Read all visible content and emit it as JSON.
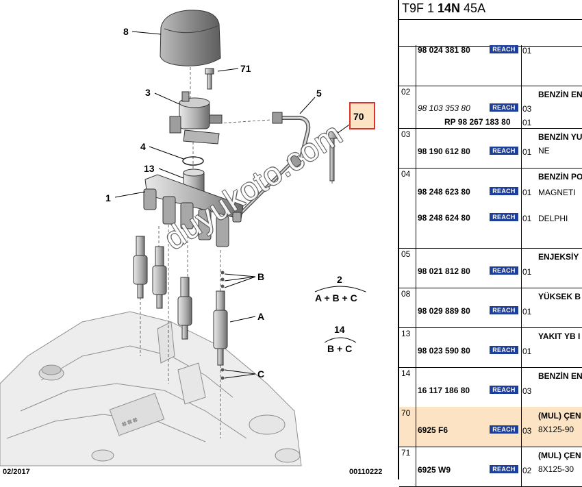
{
  "header": {
    "code_prefix": "T9F 1 ",
    "code_bold": "14N",
    "code_suffix": " 45A"
  },
  "footer": {
    "date": "02/2017",
    "ref": "00110222"
  },
  "watermark": "duyukoto.com",
  "diagram": {
    "callouts": [
      "8",
      "71",
      "3",
      "5",
      "70",
      "4",
      "13",
      "1",
      "B",
      "2",
      "A + B + C",
      "A",
      "14",
      "B + C",
      "C"
    ]
  },
  "table": {
    "reach_label": "REACH",
    "rows": [
      {
        "idx": "",
        "parts": [
          {
            "pn": "98 024 381 80",
            "qty": "01"
          }
        ],
        "desc": []
      },
      {
        "idx": "02",
        "parts": [
          {
            "pn": "98 103 353 80",
            "qty": "03",
            "italic": true
          },
          {
            "pn": "RP 98 267 183 80",
            "qty": "01"
          }
        ],
        "desc": [
          "BENZİN EN"
        ]
      },
      {
        "idx": "03",
        "parts": [
          {
            "pn": "98 190 612 80",
            "qty": "01"
          }
        ],
        "desc": [
          "BENZİN YU",
          "NE"
        ]
      },
      {
        "idx": "04",
        "parts": [
          {
            "pn": "98 248 623 80",
            "qty": "01",
            "note": "MAGNETI"
          },
          {
            "pn": "98 248 624 80",
            "qty": "01",
            "note": "DELPHI"
          }
        ],
        "desc": [
          "BENZİN PO"
        ]
      },
      {
        "idx": "05",
        "parts": [
          {
            "pn": "98 021 812 80",
            "qty": "01"
          }
        ],
        "desc": [
          "ENJEKSİY"
        ]
      },
      {
        "idx": "08",
        "parts": [
          {
            "pn": "98 029 889 80",
            "qty": "01"
          }
        ],
        "desc": [
          "YÜKSEK B"
        ]
      },
      {
        "idx": "13",
        "parts": [
          {
            "pn": "98 023 590 80",
            "qty": "01"
          }
        ],
        "desc": [
          "YAKIT YB I"
        ]
      },
      {
        "idx": "14",
        "parts": [
          {
            "pn": "16 117 186 80",
            "qty": "03"
          }
        ],
        "desc": [
          "BENZİN EN"
        ]
      },
      {
        "idx": "70",
        "parts": [
          {
            "pn": "6925 F6",
            "qty": "03"
          }
        ],
        "desc": [
          "(MUL) ÇEN",
          "8X125-90"
        ]
      },
      {
        "idx": "71",
        "parts": [
          {
            "pn": "6925 W9",
            "qty": "02"
          }
        ],
        "desc": [
          "(MUL) ÇEN",
          "8X125-30"
        ]
      }
    ]
  },
  "colors": {
    "highlight_row": "#fbe3c3",
    "reach_badge": "#1e3f99",
    "callout_box_border": "#e0302a",
    "callout_box_fill": "#fbe3c3"
  }
}
